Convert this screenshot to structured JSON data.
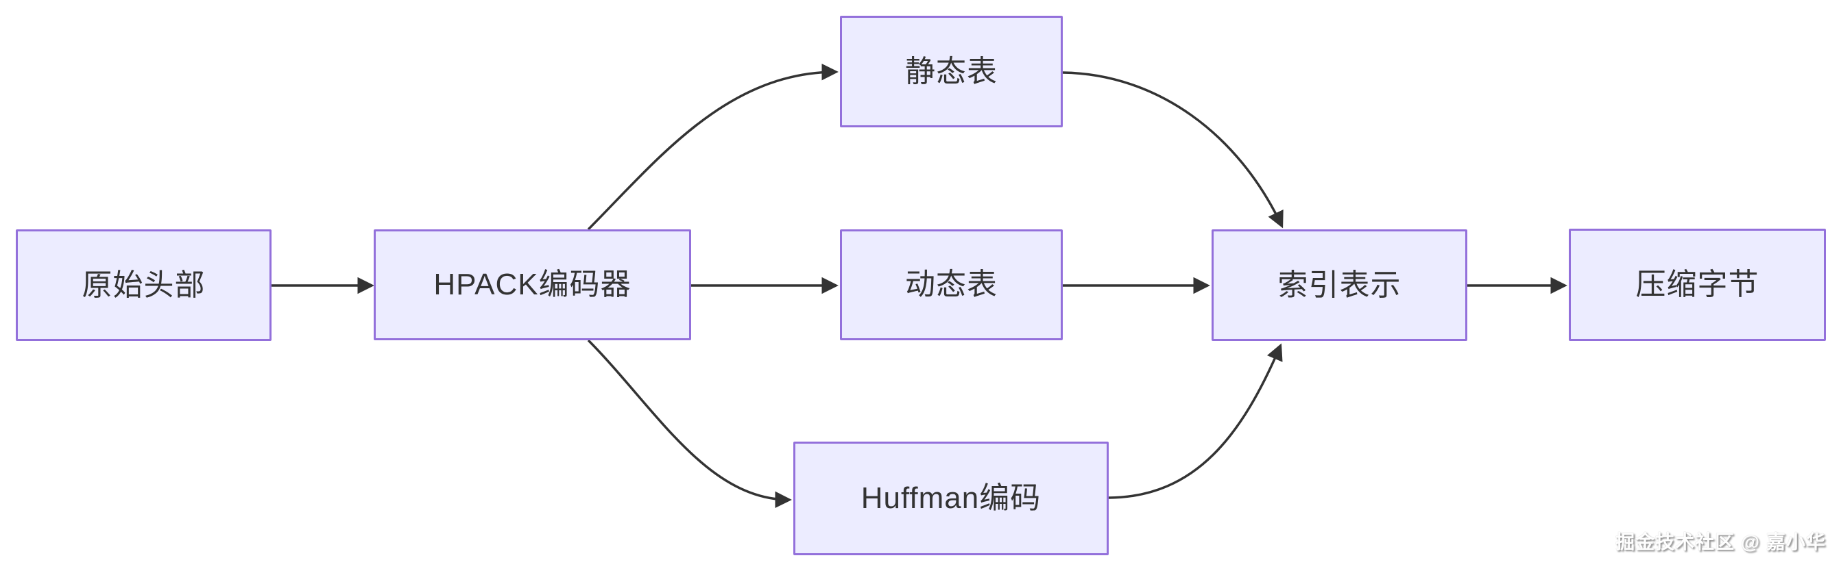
{
  "diagram": {
    "type": "flowchart",
    "direction": "LR",
    "nodes": [
      {
        "id": "raw-headers",
        "label": "原始头部"
      },
      {
        "id": "hpack-encoder",
        "label": "HPACK编码器"
      },
      {
        "id": "static-table",
        "label": "静态表"
      },
      {
        "id": "dynamic-table",
        "label": "动态表"
      },
      {
        "id": "huffman-encoding",
        "label": "Huffman编码"
      },
      {
        "id": "index-representation",
        "label": "索引表示"
      },
      {
        "id": "compressed-bytes",
        "label": "压缩字节"
      }
    ],
    "edges": [
      {
        "from": "原始头部",
        "to": "HPACK编码器"
      },
      {
        "from": "HPACK编码器",
        "to": "静态表"
      },
      {
        "from": "HPACK编码器",
        "to": "动态表"
      },
      {
        "from": "HPACK编码器",
        "to": "Huffman编码"
      },
      {
        "from": "静态表",
        "to": "索引表示"
      },
      {
        "from": "动态表",
        "to": "索引表示"
      },
      {
        "from": "Huffman编码",
        "to": "索引表示"
      },
      {
        "from": "索引表示",
        "to": "压缩字节"
      }
    ],
    "colors": {
      "node_fill": "#ECECFF",
      "node_border": "#9370DB",
      "node_text": "#333333",
      "edge_stroke": "#333333",
      "background": "#FFFFFF"
    }
  },
  "watermark": {
    "text": "掘金技术社区 @ 嘉小华"
  }
}
